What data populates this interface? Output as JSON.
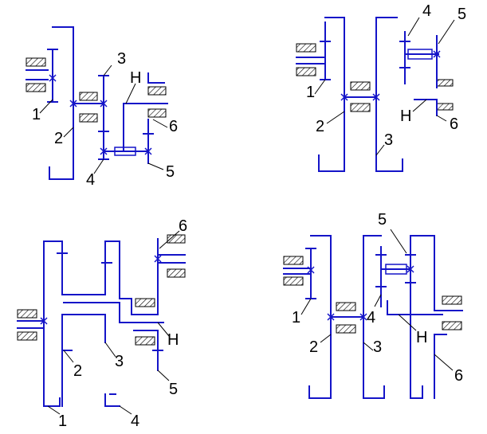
{
  "colors": {
    "mechanism": "#1414c8",
    "labels": "#000000"
  },
  "diagrams": [
    {
      "id": "a",
      "labels": [
        "1",
        "2",
        "3",
        "H",
        "4",
        "5",
        "6"
      ]
    },
    {
      "id": "b",
      "labels": [
        "4",
        "5",
        "1",
        "2",
        "H",
        "6",
        "3"
      ]
    },
    {
      "id": "c",
      "labels": [
        "6",
        "H",
        "2",
        "3",
        "5",
        "1",
        "4"
      ]
    },
    {
      "id": "d",
      "labels": [
        "5",
        "1",
        "4",
        "2",
        "3",
        "H",
        "6"
      ]
    }
  ]
}
